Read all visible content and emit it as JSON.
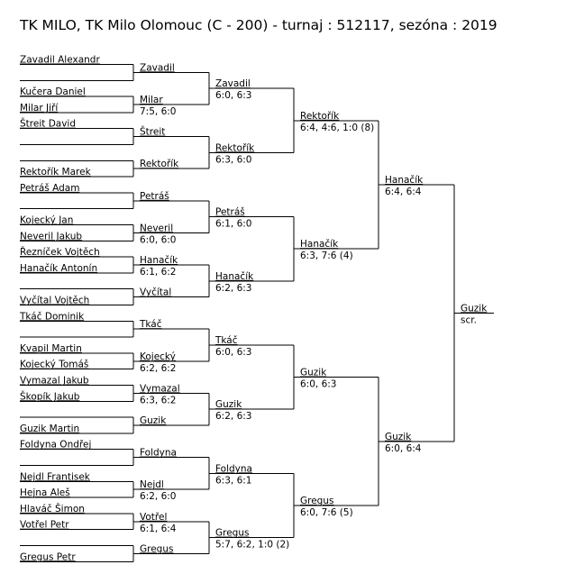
{
  "title": "TK MILO, TK Milo Olomouc (C - 200) - turnaj : 512117, sezóna : 2019",
  "players": [
    "Zavadil Alexandr",
    "",
    "Kučera Daniel",
    "Milar Jiří",
    "Štreit David",
    "",
    "",
    "Rektořík Marek",
    "Petráš Adam",
    "",
    "Kojecký Jan",
    "Neveril Jakub",
    "Řezníček Vojtěch",
    "Hanačík Antonín",
    "",
    "Vyčítal Vojtěch",
    "Tkáč Dominik",
    "",
    "Kvapil Martin",
    "Kojecký Tomáš",
    "Vymazal Jakub",
    "Škopík Jakub",
    "",
    "Guzik Martin",
    "Foldyna Ondřej",
    "",
    "Nejdl Frantisek",
    "Hejna Aleš",
    "Hlaváč Šimon",
    "Votřel Petr",
    "",
    "Gregus Petr"
  ],
  "rounds": [
    [
      {
        "winner": "Zavadil",
        "score": ""
      },
      {
        "winner": "Milar",
        "score": "7:5, 6:0"
      },
      {
        "winner": "Štreit",
        "score": ""
      },
      {
        "winner": "Rektořík",
        "score": ""
      },
      {
        "winner": "Petráš",
        "score": ""
      },
      {
        "winner": "Neveril",
        "score": "6:0, 6:0"
      },
      {
        "winner": "Hanačík",
        "score": "6:1, 6:2"
      },
      {
        "winner": "Vyčítal",
        "score": ""
      },
      {
        "winner": "Tkáč",
        "score": ""
      },
      {
        "winner": "Kojecký",
        "score": "6:2, 6:2"
      },
      {
        "winner": "Vymazal",
        "score": "6:3, 6:2"
      },
      {
        "winner": "Guzik",
        "score": ""
      },
      {
        "winner": "Foldyna",
        "score": ""
      },
      {
        "winner": "Nejdl",
        "score": "6:2, 6:0"
      },
      {
        "winner": "Votřel",
        "score": "6:1, 6:4"
      },
      {
        "winner": "Gregus",
        "score": ""
      }
    ],
    [
      {
        "winner": "Zavadil",
        "score": "6:0, 6:3"
      },
      {
        "winner": "Rektořík",
        "score": "6:3, 6:0"
      },
      {
        "winner": "Petráš",
        "score": "6:1, 6:0"
      },
      {
        "winner": "Hanačík",
        "score": "6:2, 6:3"
      },
      {
        "winner": "Tkáč",
        "score": "6:0, 6:3"
      },
      {
        "winner": "Guzik",
        "score": "6:2, 6:3"
      },
      {
        "winner": "Foldyna",
        "score": "6:3, 6:1"
      },
      {
        "winner": "Gregus",
        "score": "5:7, 6:2, 1:0 (2)"
      }
    ],
    [
      {
        "winner": "Rektořík",
        "score": "6:4, 4:6, 1:0 (8)"
      },
      {
        "winner": "Hanačík",
        "score": "6:3, 7:6 (4)"
      },
      {
        "winner": "Guzik",
        "score": "6:0, 6:3"
      },
      {
        "winner": "Gregus",
        "score": "6:0, 7:6 (5)"
      }
    ],
    [
      {
        "winner": "Hanačík",
        "score": "6:4, 6:4"
      },
      {
        "winner": "Guzik",
        "score": "6:0, 6:4"
      }
    ],
    [
      {
        "winner": "Guzik",
        "score": "scr."
      }
    ]
  ]
}
